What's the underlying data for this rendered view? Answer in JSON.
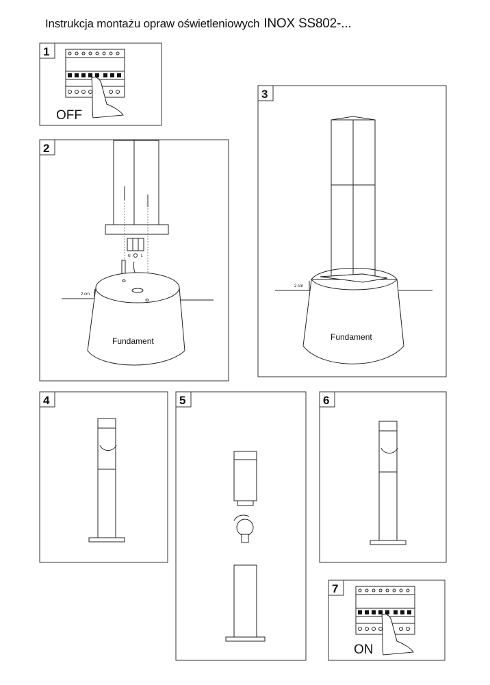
{
  "title": {
    "text": "Instrukcja montażu opraw oświetleniowych",
    "model": "INOX SS802-..."
  },
  "steps": [
    {
      "number": "1",
      "label": "OFF"
    },
    {
      "number": "2",
      "foundation_label": "Fundament",
      "height_label": "2 cm",
      "terminal_n": "N",
      "terminal_l": "L"
    },
    {
      "number": "3",
      "foundation_label": "Fundament",
      "height_label": "2 cm"
    },
    {
      "number": "4"
    },
    {
      "number": "5"
    },
    {
      "number": "6"
    },
    {
      "number": "7",
      "label": "ON"
    }
  ]
}
